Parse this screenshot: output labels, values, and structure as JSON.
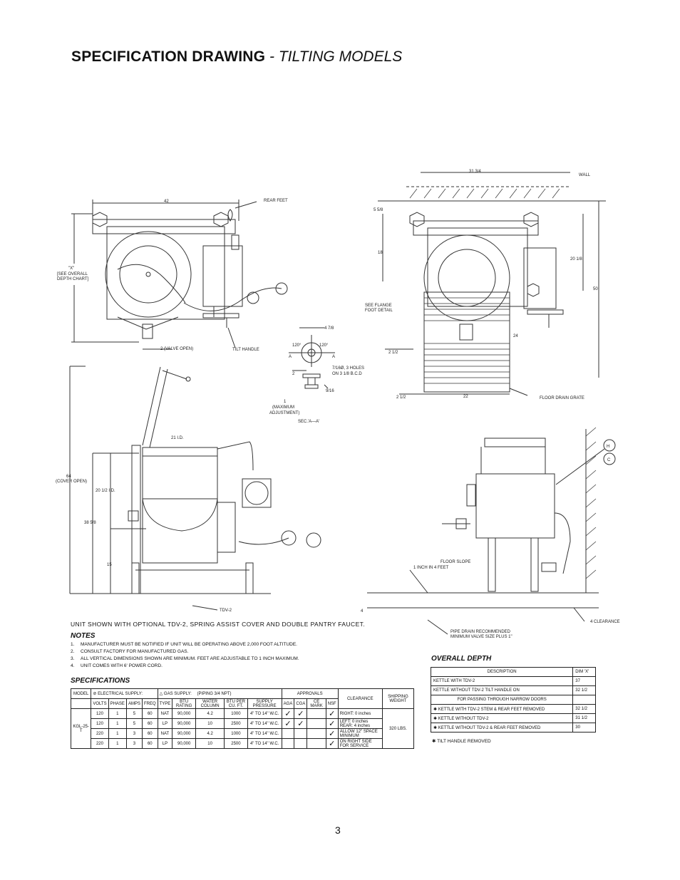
{
  "title": {
    "bold": "SPECIFICATION DRAWING",
    "italic": " - TILTING MODELS"
  },
  "labels": {
    "dim_42": "42",
    "rear_feet": "REAR FEET",
    "x_dim": "\"X\"",
    "see_overall_1": "[SEE OVERALL",
    "see_overall_2": "DEPTH CHART]",
    "valve_open": "2 (VALVE OPEN)",
    "tilt_handle": "TILT HANDLE",
    "dim_4_7_8": "4 7/8",
    "deg120a": "120°",
    "deg120b": "120°",
    "sec_a": "A",
    "sec_a2": "A",
    "holes_1": "7/16Ø, 3 HOLES",
    "holes_2": "ON 3 1/8 B.C.D",
    "dim_2_small": "2",
    "dim_9_16": "9/16",
    "max_adj_1": "1",
    "max_adj_2": "(MAXIMUM",
    "max_adj_3": "ADJUSTMENT)",
    "sec_aa": "SEC.'A—A'",
    "dim_31_3_4": "31 3/4",
    "wall": "WALL",
    "dim_5_5_8": "5 5/8",
    "dim_18": "18",
    "dim_20_1_8": "20 1/8",
    "dim_50": "50",
    "flange_1": "SEE FLANGE",
    "flange_2": "FOOT DETAIL",
    "dim_24": "24",
    "dim_2_1_2a": "2 1/2",
    "dim_2_1_2b": "2 1/2",
    "dim_22": "22",
    "floor_drain": "FLOOR DRAIN GRATE",
    "dim_21id": "21 I.D.",
    "dim_64": "64",
    "cover_open": "(COVER OPEN)",
    "dim_20_1_2": "20 1/2 I.D.",
    "dim_38_5_8": "38 5/8",
    "dim_15": "15",
    "tdv2": "TDV-2",
    "h": "H",
    "c": "C",
    "floor_slope_1": "FLOOR SLOPE",
    "floor_slope_2": "1 INCH IN 4 FEET",
    "dim_4a": "4",
    "clearance_4": "4 CLEARANCE",
    "pipe_drain_1": "PIPE DRAIN RECOMMENDED",
    "pipe_drain_2": "MINIMUM VALVE SIZE PLUS 1\""
  },
  "caption": "UNIT SHOWN WITH OPTIONAL TDV-2, SPRING ASSIST COVER AND DOUBLE PANTRY FAUCET.",
  "notes": {
    "heading": "NOTES",
    "items": [
      {
        "n": "1.",
        "text": "MANUFACTURER MUST BE NOTIFIED IF UNIT WILL BE OPERATING ABOVE 2,000 FOOT ALTITUDE."
      },
      {
        "n": "2.",
        "text": "CONSULT FACTORY FOR MANUFACTURED GAS."
      },
      {
        "n": "3.",
        "text": "ALL VERTICAL DIMENSIONS SHOWN ARE MINIMUM. FEET ARE ADJUSTABLE TO 1 INCH MAXIMUM."
      },
      {
        "n": "4.",
        "text": "UNIT COMES WITH 6' POWER CORD."
      }
    ]
  },
  "specifications": {
    "heading": "SPECIFICATIONS",
    "h1": {
      "model": "MODEL",
      "electrical": "ELECTRICAL SUPPLY:",
      "gas": "GAS SUPPLY:",
      "piping": "(PIPING 3/4 NPT)",
      "approvals": "APPROVALS",
      "shipping": "SHIPPING WEIGHT"
    },
    "h2": {
      "volts": "VOLTS",
      "phase": "PHASE",
      "amps": "AMPS",
      "freq": "FREQ",
      "type": "TYPE",
      "btu": "BTU RATING",
      "water": "WATER COLUMN",
      "btuper": "BTU PER CU. FT.",
      "supply": "SUPPLY PRESSURE",
      "aga": "AGA",
      "cga": "CGA",
      "ce": "CE MARK",
      "nsf": "NSF",
      "clearance": "CLEARANCE"
    },
    "model_name": "KGL-25-T",
    "weight": "320 LBS.",
    "rows": [
      {
        "volts": "120",
        "phase": "1",
        "amps": "5",
        "freq": "60",
        "type": "NAT",
        "btu": "90,000",
        "water": "4.2",
        "btuper": "1000",
        "pressure": "4\" TO 14\" W.C.",
        "aga": "✓",
        "cga": "✓",
        "ce": "",
        "nsf": "✓",
        "clear": "RIGHT: 0 inches"
      },
      {
        "volts": "120",
        "phase": "1",
        "amps": "5",
        "freq": "60",
        "type": "LP",
        "btu": "90,000",
        "water": "10",
        "btuper": "2500",
        "pressure": "4\" TO 14\" W.C.",
        "aga": "✓",
        "cga": "✓",
        "ce": "",
        "nsf": "✓",
        "clear": "LEFT: 0 inches REAR: 4 inches"
      },
      {
        "volts": "220",
        "phase": "1",
        "amps": "3",
        "freq": "60",
        "type": "NAT",
        "btu": "90,000",
        "water": "4.2",
        "btuper": "1000",
        "pressure": "4\" TO 14\" W.C.",
        "aga": "",
        "cga": "",
        "ce": "",
        "nsf": "✓",
        "clear": "ALLOW 12\" SPACE MINIMUM"
      },
      {
        "volts": "220",
        "phase": "1",
        "amps": "3",
        "freq": "60",
        "type": "LP",
        "btu": "90,000",
        "water": "10",
        "btuper": "2500",
        "pressure": "4\" TO 14\" W.C.",
        "aga": "",
        "cga": "",
        "ce": "",
        "nsf": "✓",
        "clear": "ON RIGHT SIDE FOR SERVICE"
      }
    ]
  },
  "overall_depth": {
    "heading": "OVERALL DEPTH",
    "col_desc": "DESCRIPTION",
    "col_dim": "DIM 'X'",
    "rows": [
      {
        "desc": "KETTLE WITH TDV-2",
        "dim": "37"
      },
      {
        "desc": "KETTLE WITHOUT TDV-2 TILT HANDLE ON",
        "dim": "32 1/2"
      },
      {
        "desc": "FOR PASSING THROUGH NARROW DOORS",
        "dim": ""
      },
      {
        "desc": "✱ KETTLE WITH TDV-2 STEM & REAR FEET REMOVED",
        "dim": "32 1/2"
      },
      {
        "desc": "✱ KETTLE WITHOUT TDV-2",
        "dim": "31 1/2"
      },
      {
        "desc": "✱ KETTLE WITHOUT TDV-2 & REAR FEET REMOVED",
        "dim": "30"
      }
    ],
    "footnote": "✱ TILT HANDLE REMOVED"
  },
  "page_number": "3"
}
